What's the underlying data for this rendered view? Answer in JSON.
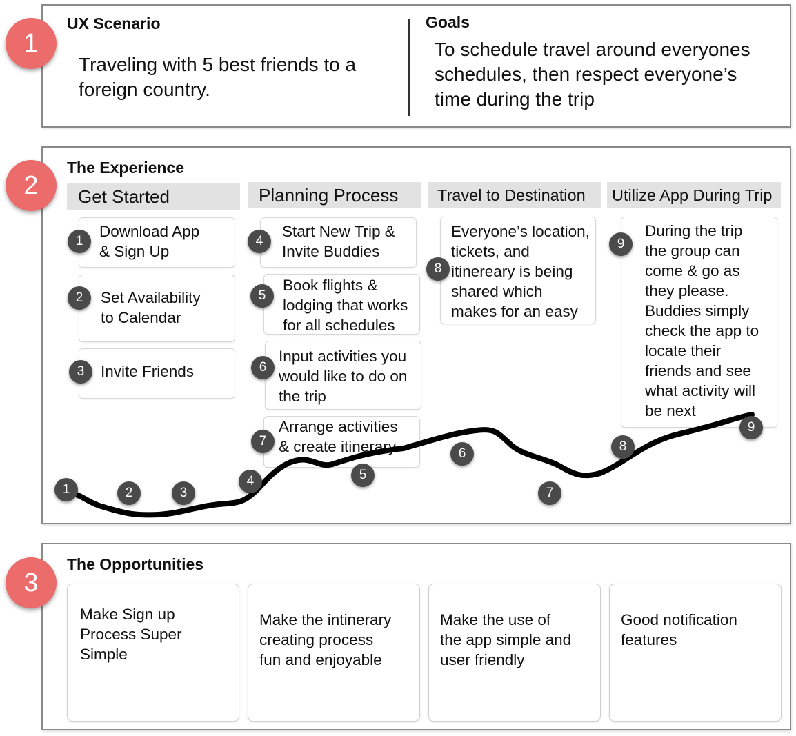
{
  "sections": [
    {
      "number": "1"
    },
    {
      "number": "2"
    },
    {
      "number": "3"
    }
  ],
  "scenario": {
    "heading": "UX Scenario",
    "text": "Traveling with 5 best friends to a\nforeign country.",
    "goals_heading": "Goals",
    "goals_text": "To schedule travel around everyones\nschedules, then respect everyone’s\ntime during the trip"
  },
  "experience": {
    "heading": "The Experience",
    "phases": [
      "Get Started",
      "Planning Process",
      "Travel to Destination",
      "Utilize App During Trip"
    ],
    "steps": [
      {
        "n": "1",
        "text": "Download App\n& Sign Up"
      },
      {
        "n": "2",
        "text": "Set Availability\nto Calendar"
      },
      {
        "n": "3",
        "text": "Invite Friends"
      },
      {
        "n": "4",
        "text": "Start New Trip &\nInvite Buddies"
      },
      {
        "n": "5",
        "text": "Book flights &\nlodging that works\nfor all schedules"
      },
      {
        "n": "6",
        "text": "Input activities you\nwould like to do on\nthe trip"
      },
      {
        "n": "7",
        "text": "Arrange activities\n& create itinerary"
      },
      {
        "n": "8",
        "text": "Everyone’s location,\ntickets, and\nitinereary is being\nshared which\nmakes for an easy"
      },
      {
        "n": "9",
        "text": "During the trip\nthe group can\ncome & go as\nthey please.\nBuddies simply\ncheck the app to\nlocate their\nfriends and see\nwhat activity will\nbe next"
      }
    ],
    "curve_markers": [
      "1",
      "2",
      "3",
      "4",
      "5",
      "6",
      "7",
      "8",
      "9"
    ]
  },
  "opportunities": {
    "heading": "The Opportunities",
    "items": [
      "Make Sign up\nProcess Super\nSimple",
      "Make the intinerary\ncreating process\nfun and enjoyable",
      "Make the use of\nthe app simple and\nuser friendly",
      "Good notification\nfeatures"
    ]
  }
}
